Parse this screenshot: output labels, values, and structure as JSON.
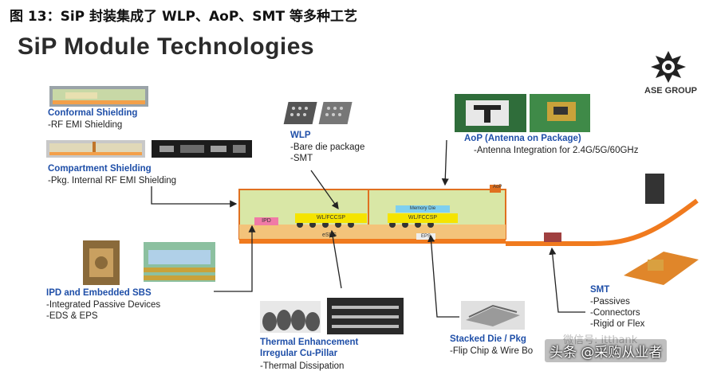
{
  "figure_title": "图 13：SiP 封装集成了 WLP、AoP、SMT 等多种工艺",
  "main_title": "SiP Module Technologies",
  "logo_text": "ASE GROUP",
  "labels": {
    "conformal": {
      "title": "Conformal Shielding",
      "lines": [
        "-RF EMI Shielding"
      ]
    },
    "compartment": {
      "title": "Compartment Shielding",
      "lines": [
        "-Pkg. Internal RF EMI Shielding"
      ]
    },
    "wlp": {
      "title": "WLP",
      "lines": [
        "-Bare die package",
        "-SMT"
      ]
    },
    "aop": {
      "title": "AoP (Antenna on Package)",
      "lines": [
        "-Antenna Integration for 2.4G/5G/60GHz"
      ]
    },
    "ipd": {
      "title": "IPD and Embedded SBS",
      "lines": [
        "-Integrated Passive Devices",
        "-EDS & EPS"
      ]
    },
    "thermal": {
      "title": "Thermal Enhancement",
      "title2": "Irregular Cu-Pillar",
      "lines": [
        "-Thermal Dissipation"
      ]
    },
    "stacked": {
      "title": "Stacked Die / Pkg",
      "lines": [
        "-Flip Chip & Wire Bo"
      ]
    },
    "smt": {
      "title": "SMT",
      "lines": [
        "-Passives",
        "-Connectors",
        "-Rigid or Flex"
      ]
    }
  },
  "module_labels": {
    "ipd": "IPD",
    "wl1": "WL/FCCSP",
    "wl2": "WL/FCCSP",
    "memory": "Memory Die",
    "sbs": "eSBS",
    "eps": "EPS",
    "aop": "AoP"
  },
  "watermark_small": "微信号: itthank",
  "watermark": "头条 @采购从业者",
  "colors": {
    "label_blue": "#1f4fa8",
    "substrate": "#f3a04a",
    "die_yellow": "#f5e400",
    "mold_green": "#d9e7a6",
    "flex_orange": "#f07a1e"
  }
}
